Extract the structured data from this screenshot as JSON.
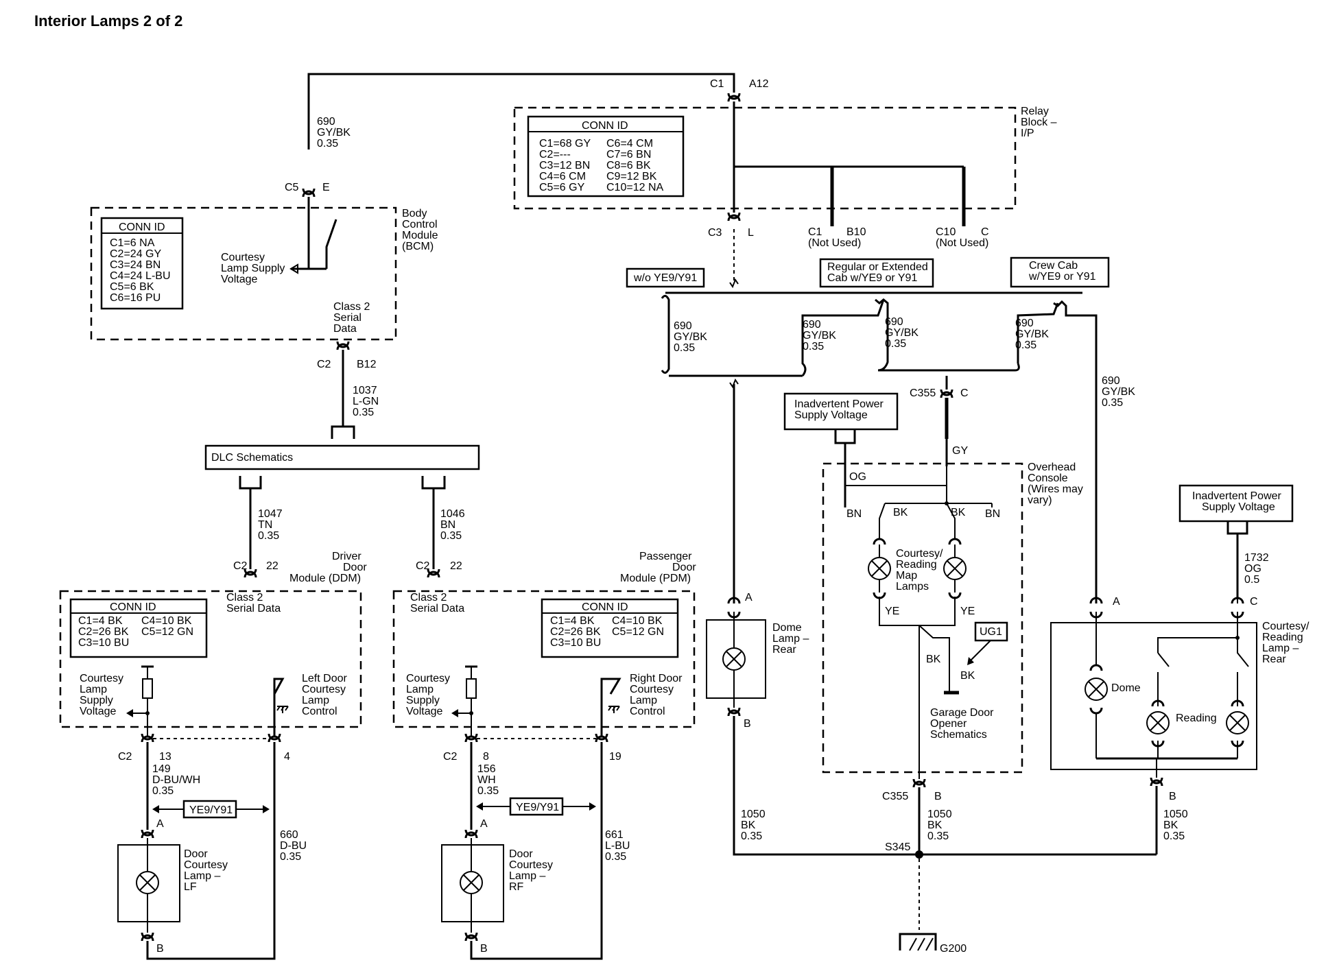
{
  "title": "Interior Lamps 2 of 2",
  "relay_block": {
    "label": [
      "Relay",
      "Block –",
      "I/P"
    ],
    "conn_header": "CONN ID",
    "conn_left": [
      "C1=68 GY",
      "C2=---",
      "C3=12 BN",
      "C4=6 CM",
      "C5=6 GY"
    ],
    "conn_right": [
      "C6=4 CM",
      "C7=6 BN",
      "C8=6 BK",
      "C9=12 BK",
      "C10=12 NA"
    ],
    "top_conn": "C1",
    "top_pin": "A12",
    "bottom_conn": "C3",
    "bottom_pin": "L",
    "unused1": {
      "conn": "C1",
      "pin": "B10",
      "note": "(Not Used)"
    },
    "unused2": {
      "conn": "C10",
      "pin": "C",
      "note": "(Not Used)"
    }
  },
  "bcm": {
    "label": [
      "Body",
      "Control",
      "Module",
      "(BCM)"
    ],
    "conn_header": "CONN ID",
    "conn": [
      "C1=6 NA",
      "C2=24 GY",
      "C3=24 BN",
      "C4=24 L-BU",
      "C5=6 BK",
      "C6=16 PU"
    ],
    "supply_label": [
      "Courtesy",
      "Lamp Supply",
      "Voltage"
    ],
    "serial_label": [
      "Class 2",
      "Serial",
      "Data"
    ],
    "top_conn": "C5",
    "top_pin": "E",
    "bottom_conn": "C2",
    "bottom_pin": "B12"
  },
  "wire_690_top": [
    "690",
    "GY/BK",
    "0.35"
  ],
  "wire_1037": [
    "1037",
    "L-GN",
    "0.35"
  ],
  "dlc": "DLC Schematics",
  "wire_1047": [
    "1047",
    "TN",
    "0.35"
  ],
  "wire_1046": [
    "1046",
    "BN",
    "0.35"
  ],
  "ddm": {
    "label": [
      "Driver",
      "Door",
      "Module (DDM)"
    ],
    "conn_header": "CONN ID",
    "conn_left": [
      "C1=4 BK",
      "C2=26 BK",
      "C3=10 BU"
    ],
    "conn_right": [
      "C4=10 BK",
      "C5=12 GN"
    ],
    "serial_label": [
      "Class 2",
      "Serial Data"
    ],
    "top_conn": "C2",
    "top_pin": "22",
    "supply_label": [
      "Courtesy",
      "Lamp",
      "Supply",
      "Voltage"
    ],
    "control_label": [
      "Left Door",
      "Courtesy",
      "Lamp",
      "Control"
    ],
    "bottom_conn": "C2",
    "pin_a": "13",
    "pin_b": "4"
  },
  "pdm": {
    "label": [
      "Passenger",
      "Door",
      "Module (PDM)"
    ],
    "conn_header": "CONN ID",
    "conn_left": [
      "C1=4 BK",
      "C2=26 BK",
      "C3=10 BU"
    ],
    "conn_right": [
      "C4=10 BK",
      "C5=12 GN"
    ],
    "serial_label": [
      "Class 2",
      "Serial Data"
    ],
    "top_conn": "C2",
    "top_pin": "22",
    "supply_label": [
      "Courtesy",
      "Lamp",
      "Supply",
      "Voltage"
    ],
    "control_label": [
      "Right Door",
      "Courtesy",
      "Lamp",
      "Control"
    ],
    "bottom_conn": "C2",
    "pin_a": "8",
    "pin_b": "19"
  },
  "wire_149": [
    "149",
    "D-BU/WH",
    "0.35"
  ],
  "wire_660": [
    "660",
    "D-BU",
    "0.35"
  ],
  "wire_156": [
    "156",
    "WH",
    "0.35"
  ],
  "wire_661": [
    "661",
    "L-BU",
    "0.35"
  ],
  "option_ye9": "YE9/Y91",
  "lf_lamp": [
    "Door",
    "Courtesy",
    "Lamp –",
    "LF"
  ],
  "rf_lamp": [
    "Door",
    "Courtesy",
    "Lamp –",
    "RF"
  ],
  "pin_a": "A",
  "pin_b": "B",
  "option_wo": "w/o YE9/Y91",
  "option_regular": [
    "Regular or Extended",
    "Cab w/YE9 or Y91"
  ],
  "option_crew": [
    "Crew Cab",
    "w/YE9 or Y91"
  ],
  "wire_690": [
    "690",
    "GY/BK",
    "0.35"
  ],
  "c355": "C355",
  "c355_pin_c": "C",
  "c355_pin_b": "B",
  "inadvertent": [
    "Inadvertent Power",
    "Supply Voltage"
  ],
  "overhead": {
    "label": [
      "Overhead",
      "Console",
      "(Wires may",
      "vary)"
    ],
    "og": "OG",
    "gy": "GY",
    "bn": "BN",
    "bk": "BK",
    "ye": "YE",
    "lamps_label": [
      "Courtesy/",
      "Reading",
      "Map",
      "Lamps"
    ],
    "ug1": "UG1",
    "garage": [
      "Garage Door",
      "Opener",
      "Schematics"
    ]
  },
  "dome_rear": [
    "Dome",
    "Lamp –",
    "Rear"
  ],
  "wire_1732": [
    "1732",
    "OG",
    "0.5"
  ],
  "rear_lamp": {
    "label": [
      "Courtesy/",
      "Reading",
      "Lamp –",
      "Rear"
    ],
    "dome": "Dome",
    "reading": "Reading",
    "pin_c": "C"
  },
  "wire_1050": [
    "1050",
    "BK",
    "0.35"
  ],
  "s345": "S345",
  "g200": "G200"
}
